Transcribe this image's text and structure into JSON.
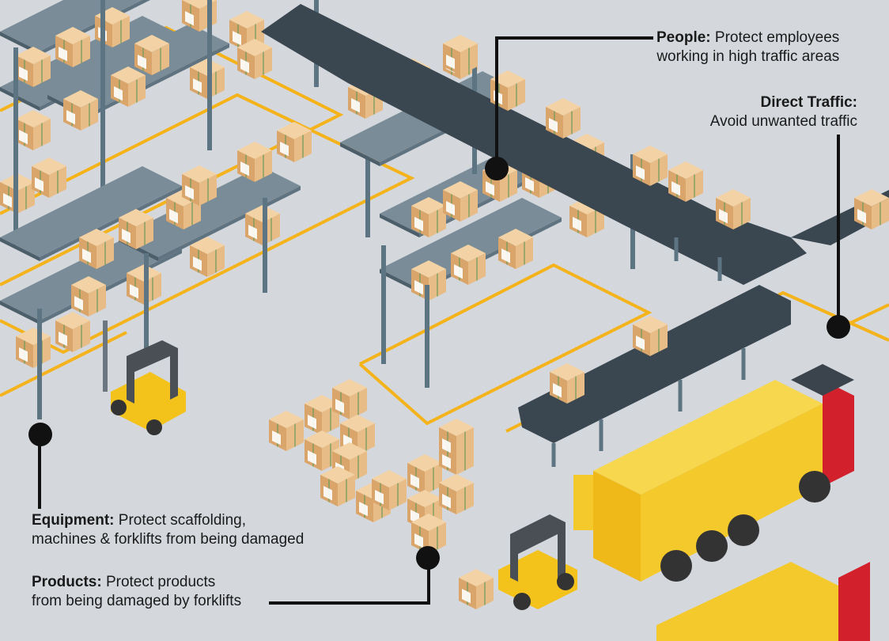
{
  "callouts": {
    "people": {
      "title": "People:",
      "line1_rest": " Protect employees",
      "line2": "working in high traffic areas"
    },
    "direct_traffic": {
      "title": "Direct Traffic:",
      "line2": "Avoid unwanted traffic"
    },
    "equipment": {
      "title": "Equipment:",
      "line1_rest": " Protect scaffolding,",
      "line2": "machines & forklifts from being damaged"
    },
    "products": {
      "title": "Products:",
      "line1_rest": " Protect products",
      "line2": "from being damaged by forklifts"
    }
  },
  "colors": {
    "floor": "#d4d8dd",
    "safety_line": "#f5b31b",
    "rack": "#5d7482",
    "box": "#e8c08e",
    "conveyor": "#3a4650",
    "forklift": "#f3c21b",
    "truck_body": "#f4c92c",
    "truck_cab": "#d3202d",
    "callout_line": "#111111"
  }
}
